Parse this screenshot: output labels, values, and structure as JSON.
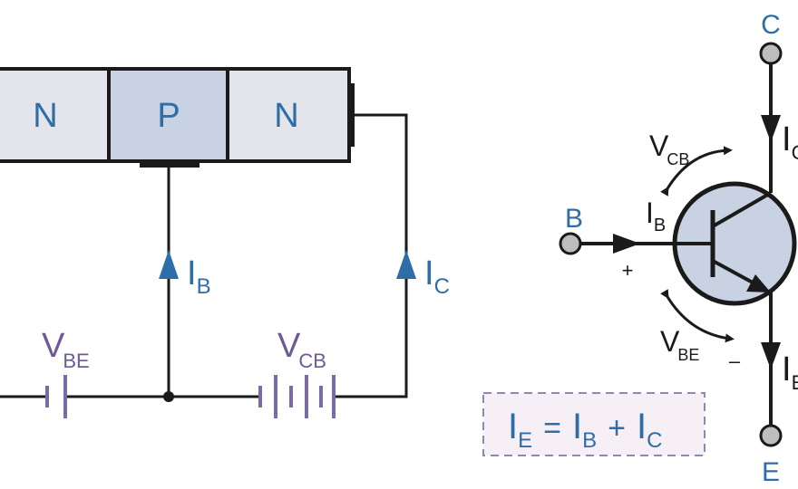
{
  "colors": {
    "wire": "#1a1a1a",
    "n_region": "#e3e5ea",
    "p_region": "#c9d2e2",
    "label_blue": "#2e6ea8",
    "battery_purple": "#7a6aa6",
    "terminal_grey": "#bdbdbd",
    "formula_bg": "#f6eff6",
    "formula_border": "#9088b3"
  },
  "semiconductor": {
    "region_left": "N",
    "region_middle": "P",
    "region_right": "N"
  },
  "circuit": {
    "vbe_main": "V",
    "vbe_sub": "BE",
    "vcb_main": "V",
    "vcb_sub": "CB",
    "ib_main": "I",
    "ib_sub": "B",
    "ic_main": "I",
    "ic_sub": "C"
  },
  "symbol": {
    "collector_label": "C",
    "base_label": "B",
    "emitter_label": "E",
    "ic_main": "I",
    "ic_sub": "C",
    "ib_main": "I",
    "ib_sub": "B",
    "ie_main": "I",
    "ie_sub": "E",
    "vcb_main": "V",
    "vcb_sub": "CB",
    "vbe_main": "V",
    "vbe_sub": "BE",
    "plus_sign": "+",
    "minus_sign": "–"
  },
  "formula": {
    "ie_main": "I",
    "ie_sub": "E",
    "equals": "=",
    "ib_main": "I",
    "ib_sub": "B",
    "plus": "+",
    "ic_main": "I",
    "ic_sub": "C"
  }
}
